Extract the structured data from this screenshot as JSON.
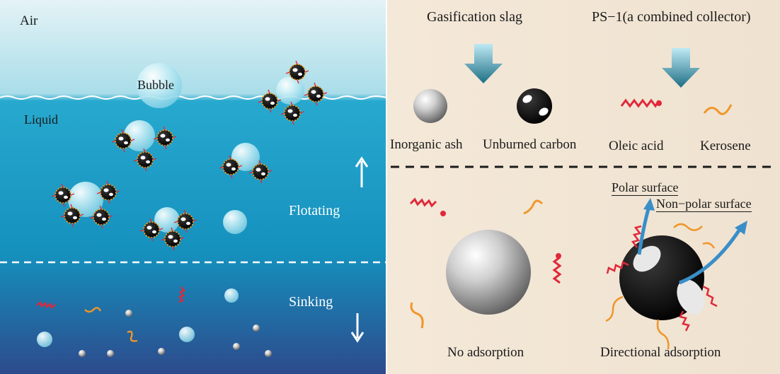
{
  "left_panel": {
    "air": "Air",
    "bubble": "Bubble",
    "liquid": "Liquid",
    "flotating": "Flotating",
    "sinking": "Sinking"
  },
  "right_panel": {
    "gasification_slag": "Gasification slag",
    "ps1": "PS−1(a combined collector)",
    "inorganic_ash": "Inorganic ash",
    "unburned_carbon": "Unburned carbon",
    "oleic_acid": "Oleic acid",
    "kerosene": "Kerosene",
    "polar_surface": "Polar surface",
    "non_polar_surface": "Non−polar surface",
    "no_adsorption": "No adsorption",
    "directional_adsorption": "Directional adsorption"
  },
  "colors": {
    "air_top": "#c9e6ee",
    "liquid": "#1aa0c8",
    "deep_liquid": "#2e4a8a",
    "right_bg": "#f4e8d8",
    "oleic_acid": "#e0283a",
    "kerosene": "#f0962a",
    "arrow_flow": "#3a8ec8"
  },
  "icons": [
    "up-arrow-icon",
    "down-arrow-icon",
    "gradient-down-arrow-icon",
    "ash-sphere-icon",
    "carbon-sphere-icon",
    "oleic-acid-icon",
    "kerosene-icon",
    "bubble-icon"
  ]
}
